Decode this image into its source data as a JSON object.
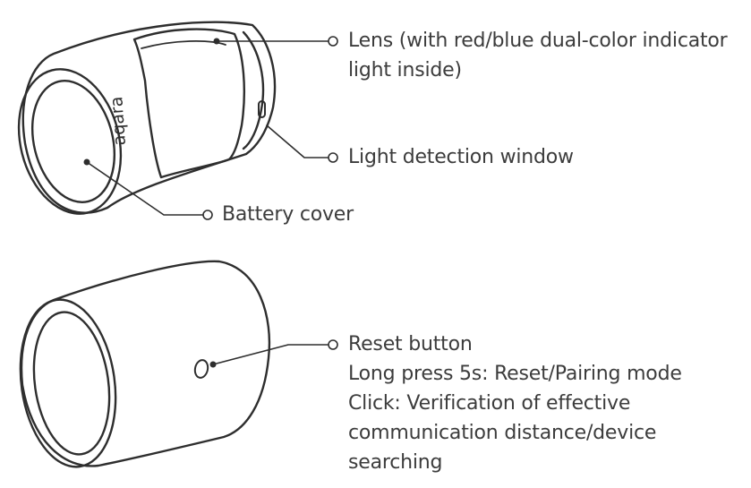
{
  "callouts": {
    "lens": {
      "lines": [
        "Lens (with red/blue dual-color indicator",
        "light inside)"
      ]
    },
    "light_window": {
      "lines": [
        "Light detection window"
      ]
    },
    "battery_cover": {
      "lines": [
        "Battery cover"
      ]
    },
    "reset_button": {
      "lines": [
        "Reset button",
        "Long press 5s: Reset/Pairing mode",
        "Click: Verification of effective",
        "communication distance/device",
        "searching"
      ]
    }
  },
  "device": {
    "brand": "aqara"
  }
}
